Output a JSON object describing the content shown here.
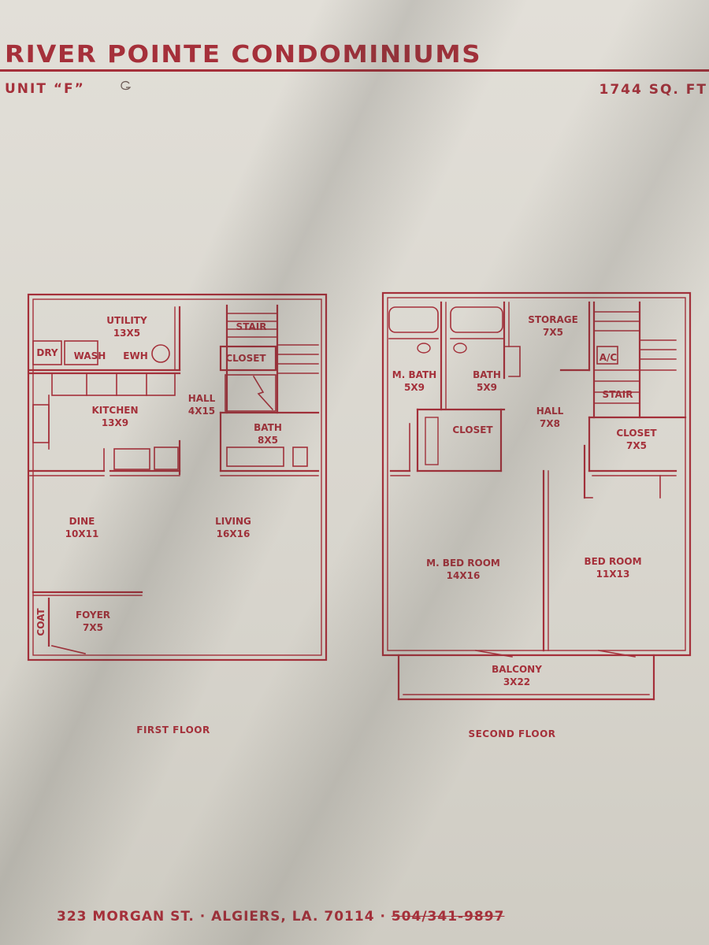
{
  "header": {
    "title": "RIVER POINTE CONDOMINIUMS",
    "unit": "UNIT “F”",
    "area": "1744 SQ. FT"
  },
  "first_floor": {
    "caption": "FIRST FLOOR",
    "rooms": {
      "utility": {
        "name": "UTILITY",
        "dim": "13X5"
      },
      "dry": {
        "name": "DRY"
      },
      "wash": {
        "name": "WASH"
      },
      "ewh": {
        "name": "EWH"
      },
      "stair": {
        "name": "STAIR"
      },
      "closet": {
        "name": "CLOSET"
      },
      "kitchen": {
        "name": "KITCHEN",
        "dim": "13X9"
      },
      "hall": {
        "name": "HALL",
        "dim": "4X15"
      },
      "bath": {
        "name": "BATH",
        "dim": "8X5"
      },
      "dine": {
        "name": "DINE",
        "dim": "10X11"
      },
      "living": {
        "name": "LIVING",
        "dim": "16X16"
      },
      "coat": {
        "name": "COAT"
      },
      "foyer": {
        "name": "FOYER",
        "dim": "7X5"
      }
    }
  },
  "second_floor": {
    "caption": "SECOND FLOOR",
    "rooms": {
      "storage": {
        "name": "STORAGE",
        "dim": "7X5"
      },
      "mbath": {
        "name": "M. BATH",
        "dim": "5X9"
      },
      "bath": {
        "name": "BATH",
        "dim": "5X9"
      },
      "ac": {
        "name": "A/C"
      },
      "stair": {
        "name": "STAIR"
      },
      "closet_a": {
        "name": "CLOSET"
      },
      "hall": {
        "name": "HALL",
        "dim": "7X8"
      },
      "closet_b": {
        "name": "CLOSET",
        "dim": "7X5"
      },
      "mbed": {
        "name": "M. BED ROOM",
        "dim": "14X16"
      },
      "bed": {
        "name": "BED ROOM",
        "dim": "11X13"
      },
      "balcony": {
        "name": "BALCONY",
        "dim": "3X22"
      }
    }
  },
  "footer": {
    "address": "323 MORGAN ST. · ALGIERS, LA. 70114 · ",
    "phone": "504/341-9897"
  },
  "colors": {
    "ink": "#a5303a",
    "paper": "#dcd9d1"
  }
}
